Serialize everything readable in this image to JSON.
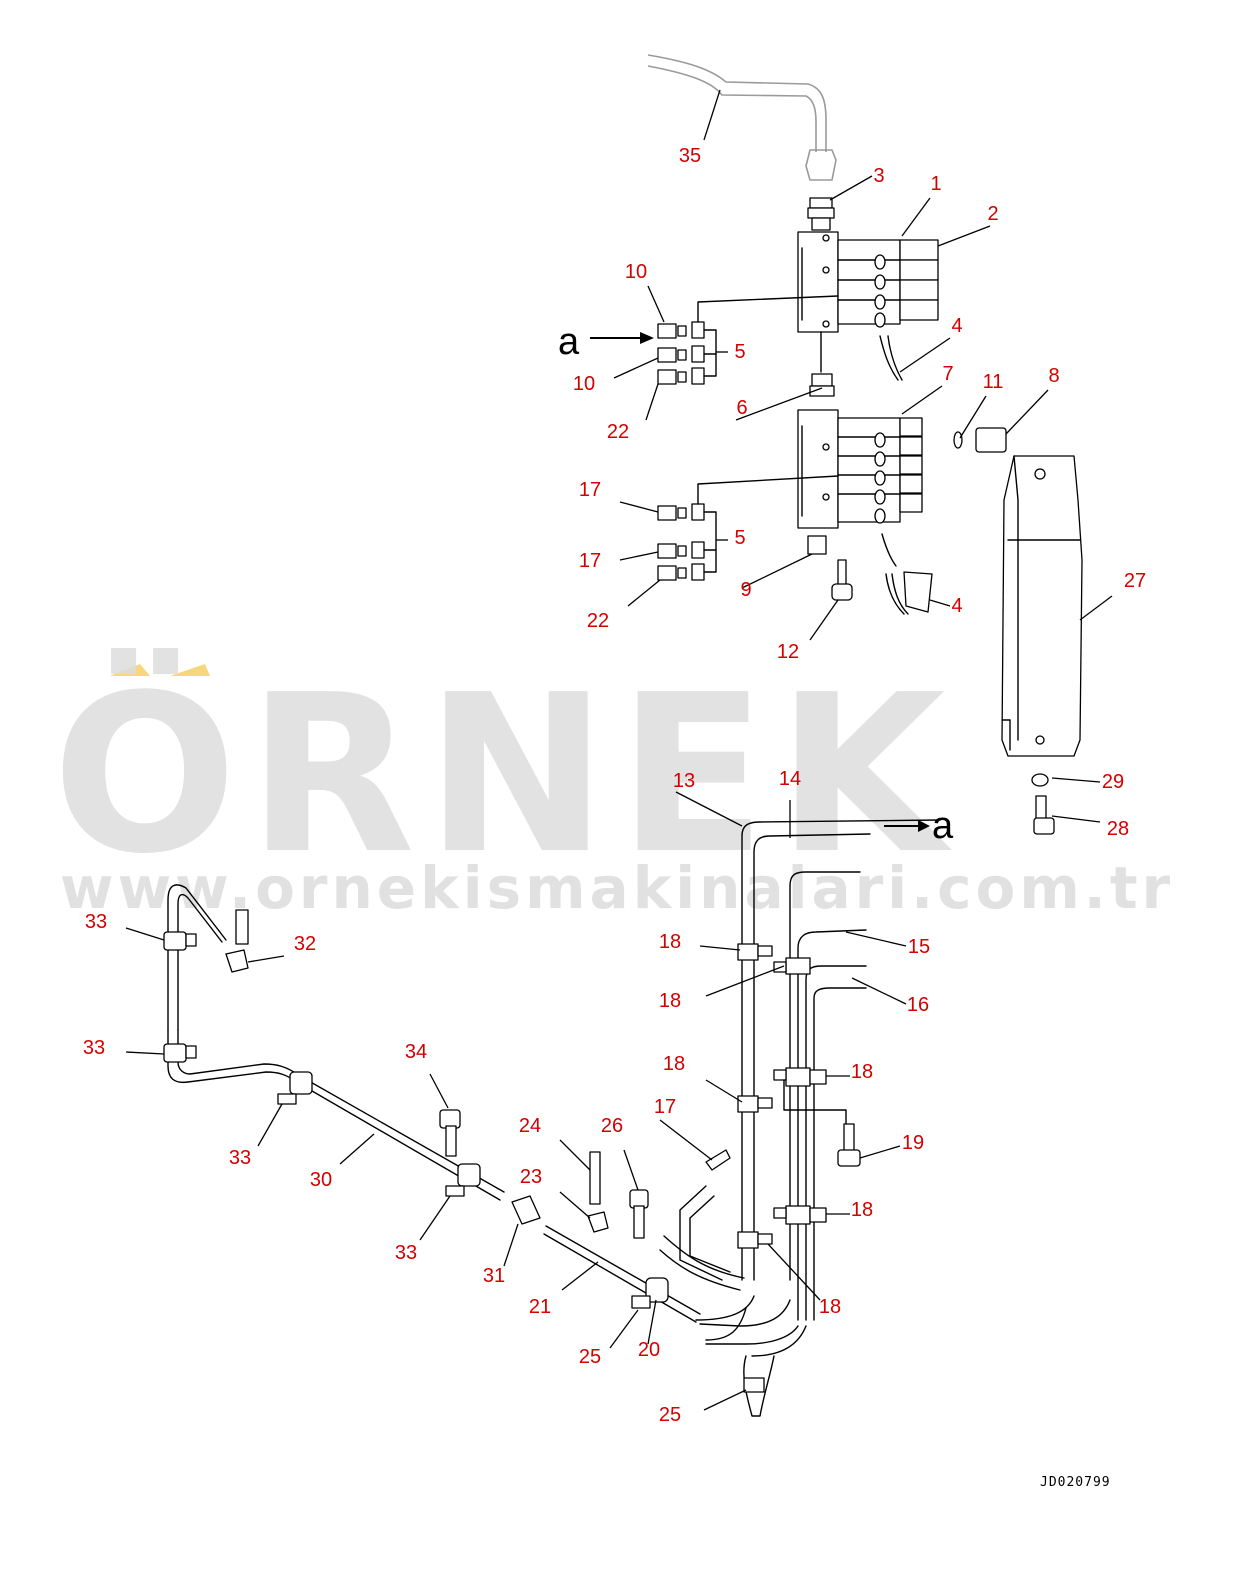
{
  "watermark": {
    "brand": "ÖRNEK",
    "url": "www.ornekismakinalari.com.tr",
    "accent_color": "#f6d77c"
  },
  "drawing_code": "JD020799",
  "ref_markers": [
    "a",
    "a"
  ],
  "callouts": [
    "1",
    "2",
    "3",
    "4",
    "4",
    "5",
    "5",
    "6",
    "7",
    "8",
    "9",
    "10",
    "10",
    "11",
    "12",
    "13",
    "14",
    "15",
    "16",
    "17",
    "17",
    "17",
    "18",
    "18",
    "18",
    "18",
    "18",
    "18",
    "19",
    "20",
    "21",
    "22",
    "22",
    "23",
    "24",
    "25",
    "25",
    "26",
    "27",
    "28",
    "29",
    "30",
    "31",
    "32",
    "33",
    "33",
    "33",
    "33",
    "34",
    "35"
  ]
}
